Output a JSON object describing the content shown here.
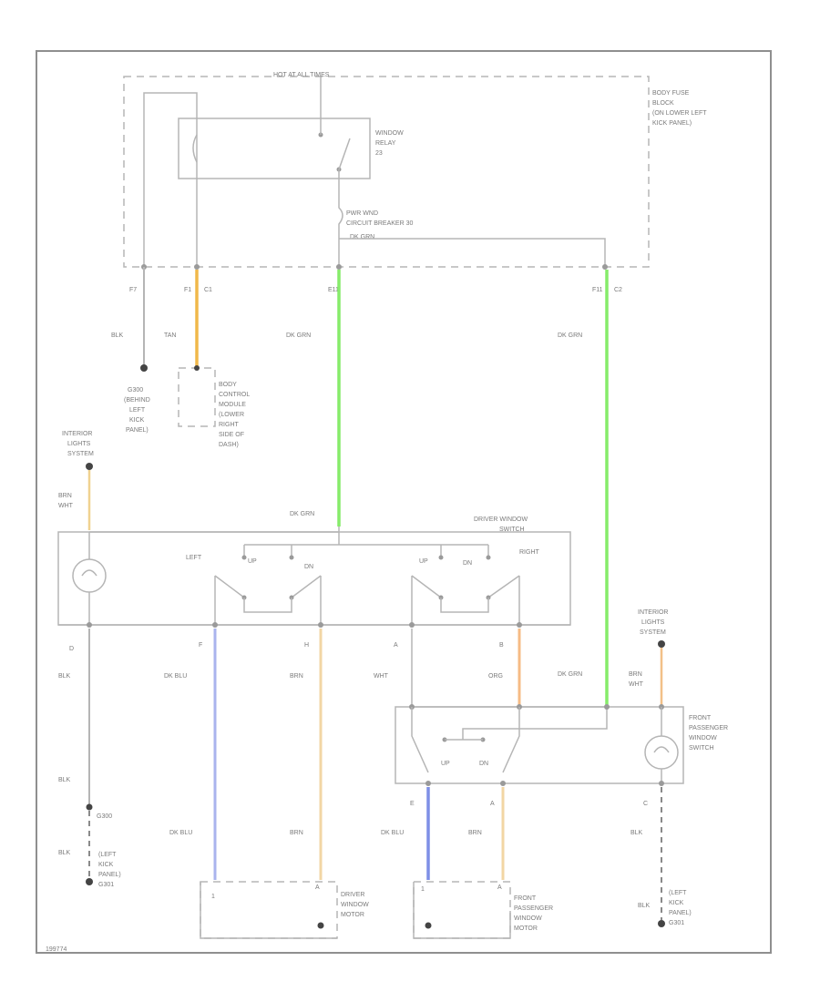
{
  "fuse_block": {
    "hot_label": "HOT AT ALL TIMES",
    "name_lines": [
      "BODY FUSE",
      "BLOCK",
      "(ON LOWER LEFT",
      "KICK PANEL)"
    ],
    "relay_lines": [
      "WINDOW",
      "RELAY",
      "23"
    ],
    "breaker_lines": [
      "PWR WND",
      "CIRCUIT BREAKER 30"
    ],
    "breaker_wire": "DK GRN",
    "pins": {
      "left": "F7",
      "tan_a": "F1",
      "tan_b": "C1",
      "green": "E11",
      "right_a": "F11",
      "right_b": "C2"
    }
  },
  "wires": {
    "blk": "BLK",
    "tan": "TAN",
    "dk_grn": "DK GRN",
    "brn_wht": [
      "BRN",
      "WHT"
    ],
    "dk_blu": "DK BLU",
    "brn": "BRN",
    "wht": "WHT",
    "org": "ORG"
  },
  "ground_g300": [
    "G300",
    "(BEHIND",
    "LEFT",
    "KICK",
    "PANEL)"
  ],
  "bcm_lines": [
    "BODY",
    "CONTROL",
    "MODULE",
    "(LOWER",
    "RIGHT",
    "SIDE OF",
    "DASH)"
  ],
  "interior_lights": [
    "INTERIOR",
    "LIGHTS",
    "SYSTEM"
  ],
  "driver_switch": {
    "label_lines": [
      "DRIVER WINDOW",
      "SWITCH"
    ],
    "left": "LEFT",
    "right": "RIGHT",
    "up": "UP",
    "dn": "DN",
    "pins": [
      "D",
      "F",
      "H",
      "A",
      "B"
    ]
  },
  "pass_switch": {
    "label_lines": [
      "FRONT",
      "PASSENGER",
      "WINDOW",
      "SWITCH"
    ],
    "up": "UP",
    "dn": "DN",
    "pins": [
      "E",
      "A",
      "C"
    ]
  },
  "ground_bottom_left": [
    "G300",
    "BLK",
    "(LEFT",
    "KICK",
    "PANEL)",
    "G301"
  ],
  "ground_bottom_right": [
    "BLK",
    "(LEFT",
    "KICK",
    "PANEL)",
    "G301"
  ],
  "driver_motor": {
    "label_lines": [
      "DRIVER",
      "WINDOW",
      "MOTOR"
    ],
    "pins": [
      "1",
      "A"
    ]
  },
  "pass_motor": {
    "label_lines": [
      "FRONT",
      "PASSENGER",
      "WINDOW",
      "MOTOR"
    ],
    "pins": [
      "1",
      "A"
    ]
  },
  "diagram_id": "199774"
}
